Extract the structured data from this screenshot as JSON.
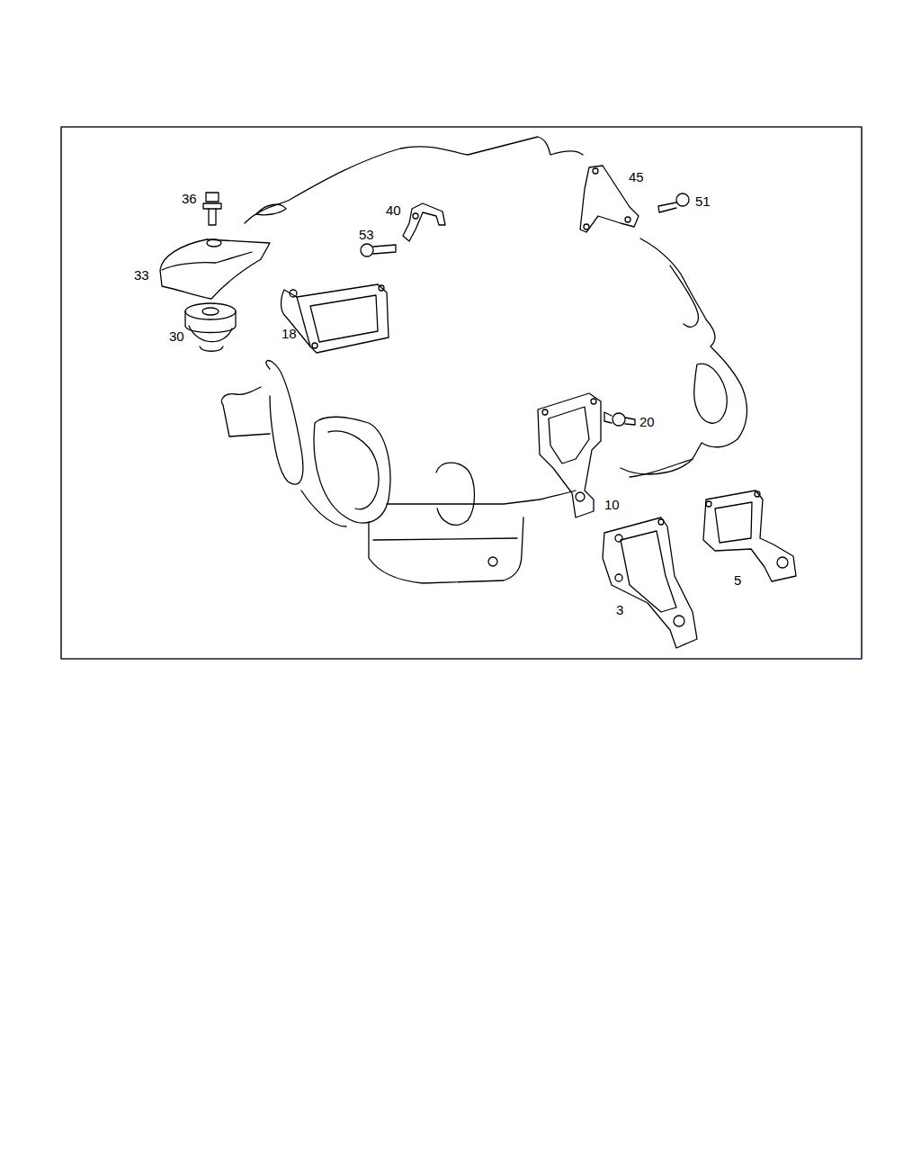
{
  "diagram": {
    "labels": [
      "45",
      "36",
      "51",
      "40",
      "53",
      "33",
      "18",
      "30",
      "20",
      "10",
      "5",
      "3"
    ]
  }
}
